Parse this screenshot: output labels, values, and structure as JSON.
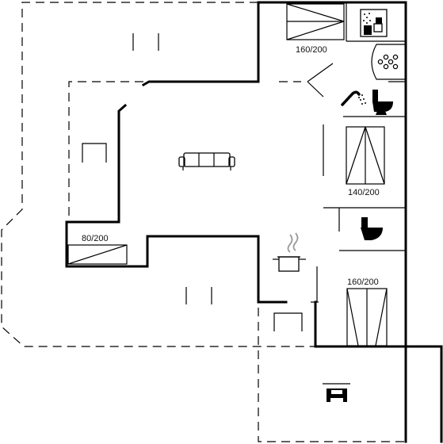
{
  "floor_plan": {
    "bed_labels": {
      "top": "160/200",
      "middle": "140/200",
      "left": "80/200",
      "bottom": "160/200"
    },
    "icons": [
      "sauna-icon",
      "whirlpool-icon",
      "shower-icon",
      "toilet-icon",
      "sofa-icon",
      "kitchen-pot-icon",
      "table-icon",
      "carport-icon"
    ]
  }
}
